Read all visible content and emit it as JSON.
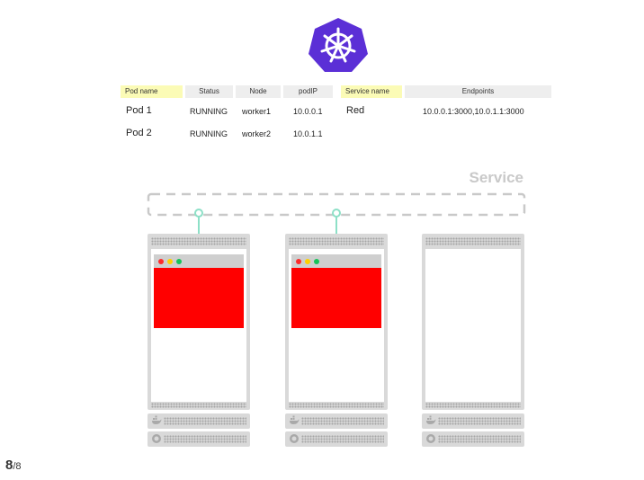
{
  "table": {
    "pods_headers": [
      "Pod name",
      "Status",
      "Node",
      "podIP"
    ],
    "service_headers": [
      "Service name",
      "Endpoints"
    ],
    "pods": [
      {
        "name": "Pod 1",
        "status": "RUNNING",
        "node": "worker1",
        "ip": "10.0.0.1"
      },
      {
        "name": "Pod 2",
        "status": "RUNNING",
        "node": "worker2",
        "ip": "10.0.1.1"
      }
    ],
    "service": {
      "name": "Red",
      "endpoints": "10.0.0.1:3000,10.0.1.1:3000"
    }
  },
  "service_label": "Service",
  "colors": {
    "pod": "#ff0000",
    "connector": "#8de0c7",
    "header_highlight": "#fbfbb6",
    "header": "#eeeeee",
    "k8s_blue": "#5b2fd6"
  },
  "icons": [
    "kubernetes-logo-icon",
    "docker-icon",
    "disk-icon"
  ],
  "pagination": {
    "current": "8",
    "total": "/8"
  }
}
